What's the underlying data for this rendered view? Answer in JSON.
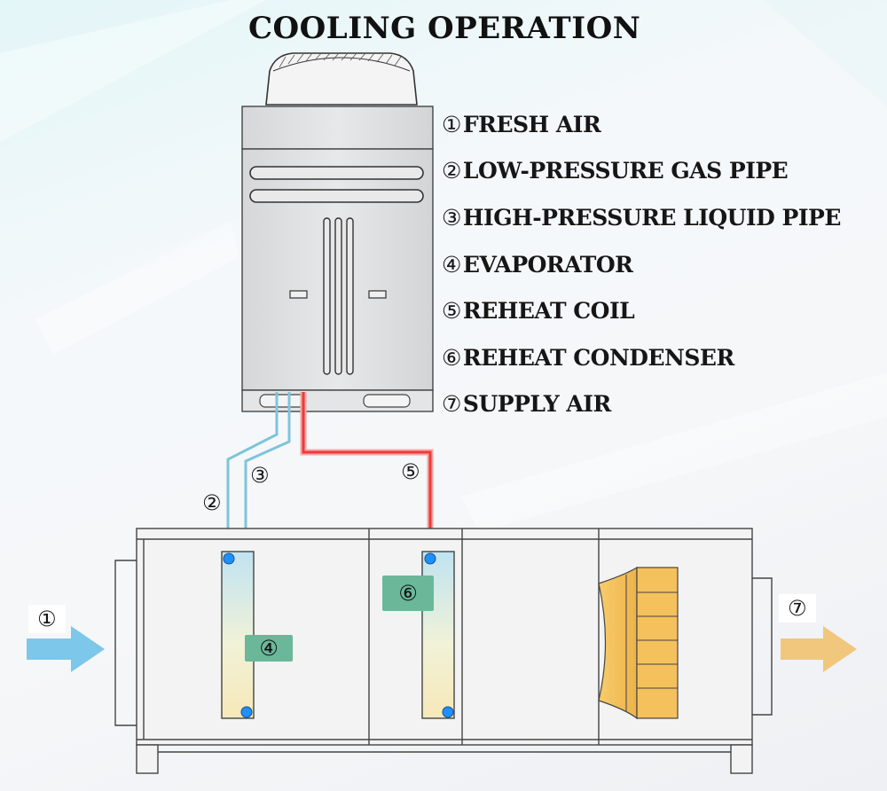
{
  "title": "COOLING OPERATION",
  "legend": [
    {
      "num": "①",
      "text": "FRESH AIR"
    },
    {
      "num": "②",
      "text": "LOW-PRESSURE GAS PIPE"
    },
    {
      "num": "③",
      "text": "HIGH-PRESSURE LIQUID PIPE"
    },
    {
      "num": "④",
      "text": "EVAPORATOR"
    },
    {
      "num": "⑤",
      "text": "REHEAT COIL"
    },
    {
      "num": "⑥",
      "text": "REHEAT CONDENSER"
    },
    {
      "num": "⑦",
      "text": "SUPPLY AIR"
    }
  ],
  "markers": {
    "fresh_air": "①",
    "gas_pipe": "②",
    "liquid_pipe": "③",
    "evaporator": "④",
    "reheat_coil": "⑤",
    "reheat_condenser": "⑥",
    "supply_air": "⑦"
  },
  "colors": {
    "gas_pipe": "#7fc4da",
    "liquid_pipe": "#7fc4da",
    "reheat_pipe": "#ee3b3b",
    "fresh_air_arrow": "#7cc7ea",
    "supply_air_arrow": "#f0c77c",
    "tag_green": "#6bb79a",
    "fan": "#f4c15c"
  }
}
